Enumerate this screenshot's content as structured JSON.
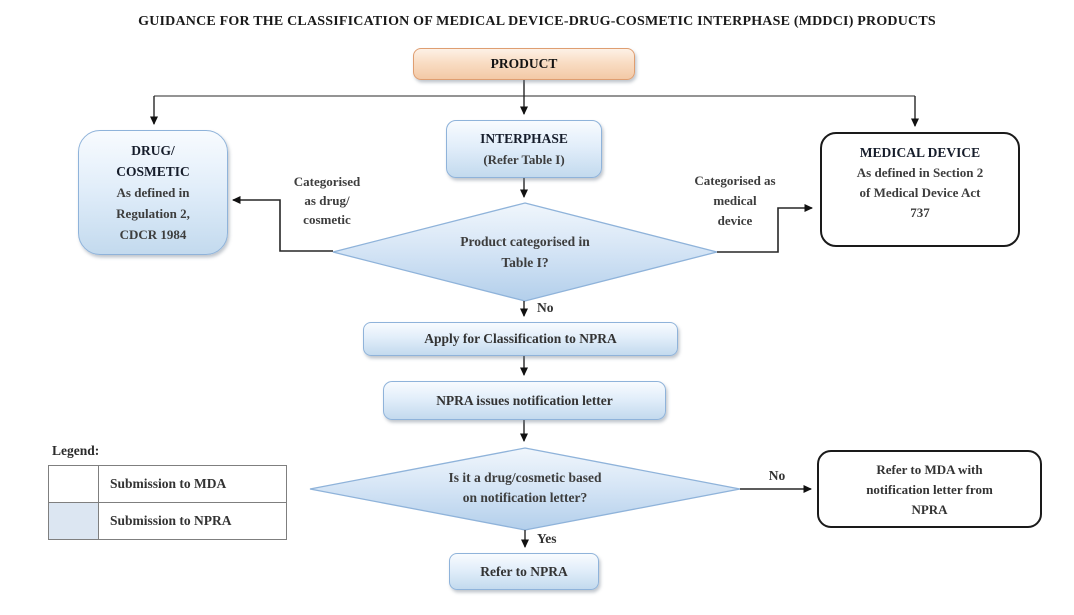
{
  "title": "GUIDANCE FOR THE CLASSIFICATION OF MEDICAL DEVICE-DRUG-COSMETIC INTERPHASE (MDDCI) PRODUCTS",
  "nodes": {
    "product": {
      "label": "PRODUCT"
    },
    "drug_cosmetic": {
      "title": "DRUG/\nCOSMETIC",
      "body": "As defined in\nRegulation 2,\nCDCR 1984"
    },
    "interphase": {
      "title": "INTERPHASE",
      "body": "(Refer Table I)"
    },
    "medical_device": {
      "title": "MEDICAL DEVICE",
      "body": "As defined in Section 2\nof Medical Device Act\n737"
    },
    "decision_table1": {
      "label": "Product categorised in\nTable I?"
    },
    "apply_classification": {
      "label": "Apply for Classification to NPRA"
    },
    "npra_letter": {
      "label": "NPRA issues notification letter"
    },
    "decision_letter": {
      "label": "Is it a drug/cosmetic based\non notification letter?"
    },
    "refer_mda": {
      "label": "Refer to MDA with\nnotification letter from\nNPRA"
    },
    "refer_npra": {
      "label": "Refer to NPRA"
    }
  },
  "edge_labels": {
    "categorised_drug": "Categorised\nas drug/\ncosmetic",
    "categorised_device": "Categorised as\nmedical\ndevice",
    "no_table": "No",
    "no_letter": "No",
    "yes_letter": "Yes"
  },
  "legend": {
    "heading": "Legend:",
    "items": [
      {
        "label": "Submission to MDA",
        "swatch": "#ffffff"
      },
      {
        "label": "Submission to NPRA",
        "swatch": "#dce6f2"
      }
    ]
  },
  "colors": {
    "product_fill_top": "#fdf1e6",
    "product_fill_bottom": "#f3c9a6",
    "product_border": "#df9e71",
    "blue_fill_top": "#f8fbfe",
    "blue_fill_bottom": "#c3daee",
    "blue_border": "#8fb3da",
    "diamond_fill_top": "#f0f6fc",
    "diamond_fill_bottom": "#b3cfeb",
    "outline_box_border": "#1a1a1a",
    "connector": "#2a2a2a",
    "legend_npra_swatch": "#dce6f2"
  }
}
